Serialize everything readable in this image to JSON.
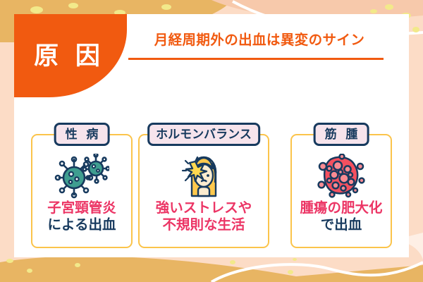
{
  "header": {
    "badge_label": "原 因",
    "title": "月経周期外の出血は異変のサイン",
    "accent_color": "#f15a10"
  },
  "cards": [
    {
      "badge": "性 病",
      "icon": "virus-icon",
      "lines": [
        {
          "text": "子宮頸管炎",
          "color": "#ec3565"
        },
        {
          "text": "による出血",
          "color": "#173a5e"
        }
      ]
    },
    {
      "badge": "ホルモンバランス",
      "icon": "headache-woman-icon",
      "lines": [
        {
          "text": "強いストレスや",
          "color": "#ec3565"
        },
        {
          "text": "不規則な生活",
          "color": "#ec3565"
        }
      ]
    },
    {
      "badge": "筋 腫",
      "icon": "tumor-cells-icon",
      "lines": [
        {
          "text": "腫瘍の肥大化",
          "color": "#ec3565"
        },
        {
          "text": "で出血",
          "color": "#173a5e"
        }
      ]
    }
  ],
  "palette": {
    "orange": "#f15a10",
    "peach": "#fcdcc6",
    "tan": "#e8b563",
    "card_border": "#fbc44b",
    "badge_fill": "#f6e4ec",
    "navy": "#173a5e",
    "pink": "#ec3565",
    "teal": "#2f9183",
    "yellow": "#ffd15c",
    "dot_yellow": "#f2e98a"
  }
}
